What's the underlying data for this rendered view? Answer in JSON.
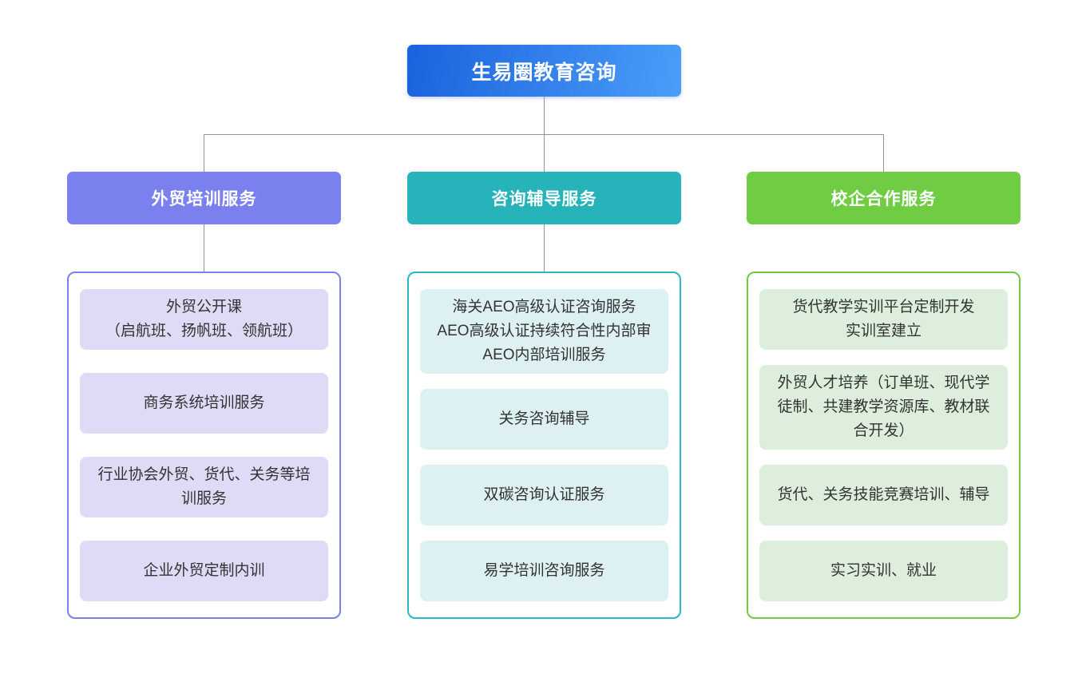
{
  "root": {
    "label": "生易圈教育咨询",
    "gradient": [
      "#1b62de",
      "#4a9ef8"
    ],
    "text_color": "#ffffff"
  },
  "connector_color": "#8c96a0",
  "branches": [
    {
      "label": "外贸培训服务",
      "header_color": "#7b80ef",
      "border_color": "#7b80ef",
      "item_bg": "#dedbf6",
      "items": [
        "外贸公开课\n（启航班、扬帆班、领航班）",
        "商务系统培训服务",
        "行业协会外贸、货代、关务等培训服务",
        "企业外贸定制内训"
      ]
    },
    {
      "label": "咨询辅导服务",
      "header_color": "#26b3ba",
      "border_color": "#2bb8bf",
      "item_bg": "#ddf0f2",
      "items": [
        "海关AEO高级认证咨询服务\nAEO高级认证持续符合性内部审\nAEO内部培训服务",
        "关务咨询辅导",
        "双碳咨询认证服务",
        "易学培训咨询服务"
      ]
    },
    {
      "label": "校企合作服务",
      "header_color": "#6fcc43",
      "border_color": "#72ca42",
      "item_bg": "#ddefdc",
      "items": [
        "货代教学实训平台定制开发\n实训室建立",
        "外贸人才培养（订单班、现代学徒制、共建教学资源库、教材联合开发）",
        "货代、关务技能竞赛培训、辅导",
        "实习实训、就业"
      ]
    }
  ]
}
